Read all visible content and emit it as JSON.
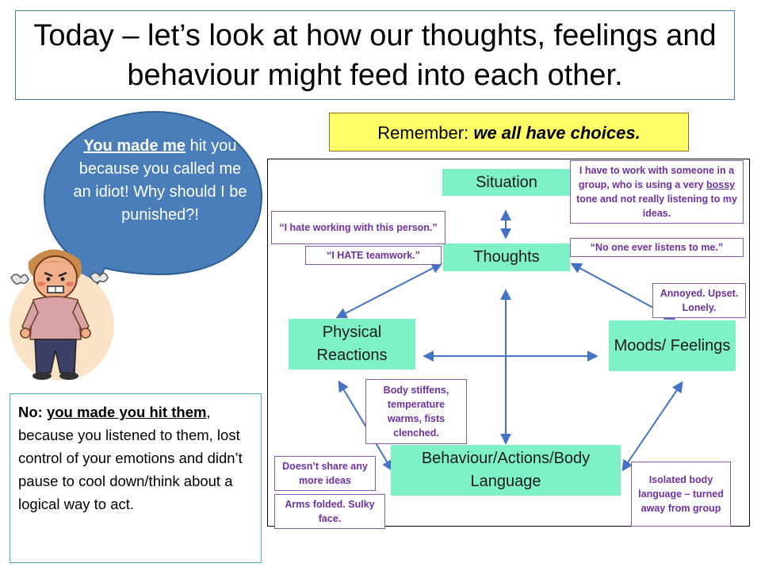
{
  "title": "Today – let’s look at how our thoughts, feelings and behaviour might feed into each other.",
  "remember": {
    "prefix": "Remember: ",
    "emphasis": "we all have choices."
  },
  "bubble": {
    "underlined": "You made me",
    "rest": " hit you because you called me an idiot! Why should I be punished?!"
  },
  "response": {
    "lead": "No: ",
    "underlined": "you made you hit them",
    "rest": ", because you listened to them, lost control of your emotions and didn’t pause to cool down/think about a logical way to act."
  },
  "nodes": {
    "situation": "Situation",
    "thoughts": "Thoughts",
    "physical": "Physical Reactions",
    "moods": "Moods/ Feelings",
    "behaviour": "Behaviour/Actions/Body Language"
  },
  "notes": {
    "group_before": "I have to work with someone in a group, who is using a very ",
    "group_underlined": "bossy",
    "group_after": " tone and not really listening to my ideas.",
    "hate_working": "“I hate working with this person.”",
    "hate_teamwork": "“I HATE teamwork.”",
    "no_one_listens": "“No one ever listens to me.”",
    "annoyed": "Annoyed. Upset. Lonely.",
    "body": "Body stiffens, temperature warms, fists clenched.",
    "share": "Doesn’t share any more ideas",
    "arms": "Arms folded. Sulky face.",
    "isolated": "Isolated body language – turned away from group"
  },
  "colors": {
    "node_fill": "#7ef2c6",
    "arrow": "#4472c4",
    "note_text": "#7030a0",
    "bubble_fill": "#4a7ebb",
    "highlight": "#ffff66"
  }
}
